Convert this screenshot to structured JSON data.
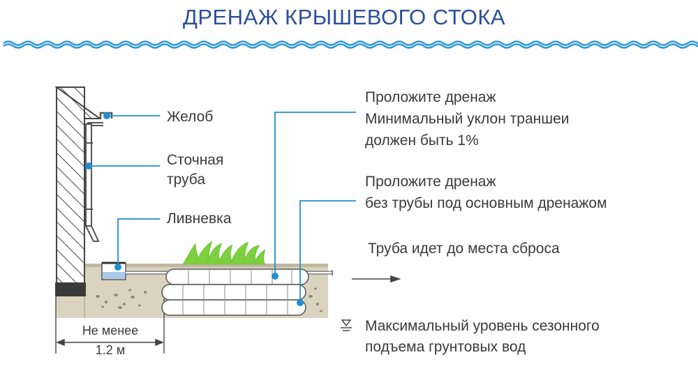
{
  "title": "ДРЕНАЖ КРЫШЕВОГО СТОКА",
  "labels": {
    "gutter": "Желоб",
    "downpipe_line1": "Сточная",
    "downpipe_line2": "труба",
    "storm_inlet": "Ливневка",
    "drain_slope_line1": "Проложите дренаж",
    "drain_slope_line2": "Минимальный уклон траншеи",
    "drain_slope_line3": "должен быть 1%",
    "drain_nopipe_line1": "Проложите дренаж",
    "drain_nopipe_line2": "без трубы под основным дренажом",
    "pipe_outlet": "Труба идет до места сброса",
    "groundwater_line1": "Максимальный уровень сезонного",
    "groundwater_line2": "подъема грунтовых вод",
    "distance_line1": "Не менее",
    "distance_line2": "1.2 м"
  },
  "icons": {
    "water_level": "water-level-icon",
    "arrow": "arrow-right-icon"
  },
  "colors": {
    "title": "#2b4f9b",
    "wave": "#2a97d4",
    "callout": "#1e8fd0",
    "text": "#3a3a3a",
    "grass": "#7ccf3e",
    "soil": "#d9d3c0",
    "ground_surface": "#bfb7a0",
    "water": "#a9cbe9"
  }
}
